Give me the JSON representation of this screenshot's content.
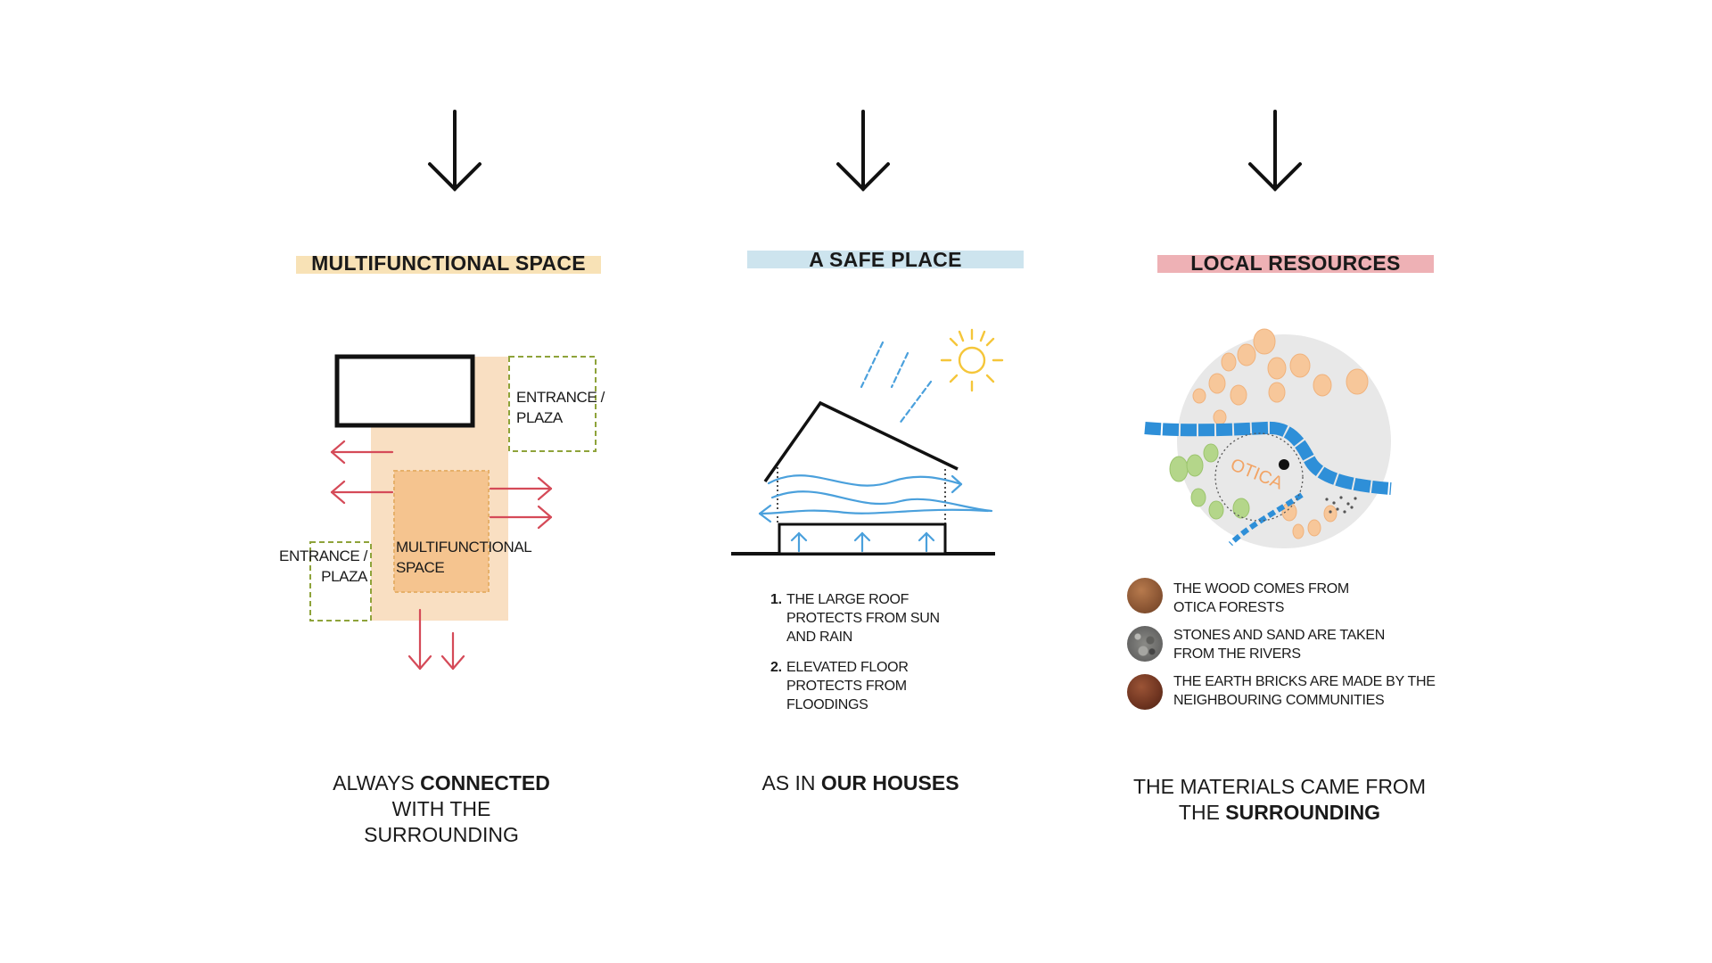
{
  "columns": [
    {
      "heading": "MULTIFUNCTIONAL SPACE",
      "accent": "#f8e2b6",
      "labels": {
        "entrance_top_1": "ENTRANCE /",
        "entrance_top_2": "PLAZA",
        "entrance_left_1": "ENTRANCE /",
        "entrance_left_2": "PLAZA",
        "core_1": "MULTIFUNCTIONAL",
        "core_2": "SPACE"
      },
      "caption": {
        "line1_pre": "ALWAYS ",
        "line1_bold": "CONNECTED",
        "line2": "WITH THE",
        "line3": "SURROUNDING"
      }
    },
    {
      "heading": "A SAFE  PLACE",
      "accent": "#cde4ee",
      "notes": [
        {
          "num": "1.",
          "lines": [
            "THE LARGE ROOF",
            "PROTECTS FROM SUN",
            "AND RAIN"
          ]
        },
        {
          "num": "2.",
          "lines": [
            "ELEVATED FLOOR",
            "PROTECTS FROM",
            "FLOODINGS"
          ]
        }
      ],
      "caption": {
        "line1_pre": "AS IN ",
        "line1_bold": "OUR HOUSES"
      }
    },
    {
      "heading": "LOCAL RESOURCES",
      "accent": "#eeb1b5",
      "map_label": "OTICA",
      "materials": [
        {
          "swatch": "wood-swatch",
          "color": "#8a5533",
          "lines": [
            "THE WOOD COMES FROM",
            "OTICA FORESTS"
          ]
        },
        {
          "swatch": "stone-swatch",
          "color": "#8a8a86",
          "lines": [
            "STONES AND SAND ARE TAKEN",
            "FROM THE RIVERS"
          ]
        },
        {
          "swatch": "earth-swatch",
          "color": "#6e3420",
          "lines": [
            "THE EARTH BRICKS ARE MADE BY THE",
            "NEIGHBOURING COMMUNITIES"
          ]
        }
      ],
      "caption": {
        "line1": "THE MATERIALS CAME FROM",
        "line2_pre": "THE ",
        "line2_bold": "SURROUNDING"
      }
    }
  ],
  "colors": {
    "arrow_red": "#d54a58",
    "water_blue": "#4aa0dc",
    "river_blue": "#2e8fd8",
    "sun_yellow": "#f5c63a",
    "dashed_green": "#8ea33a",
    "tree_orange": "#f7c79a",
    "tree_green": "#b4d68a"
  }
}
